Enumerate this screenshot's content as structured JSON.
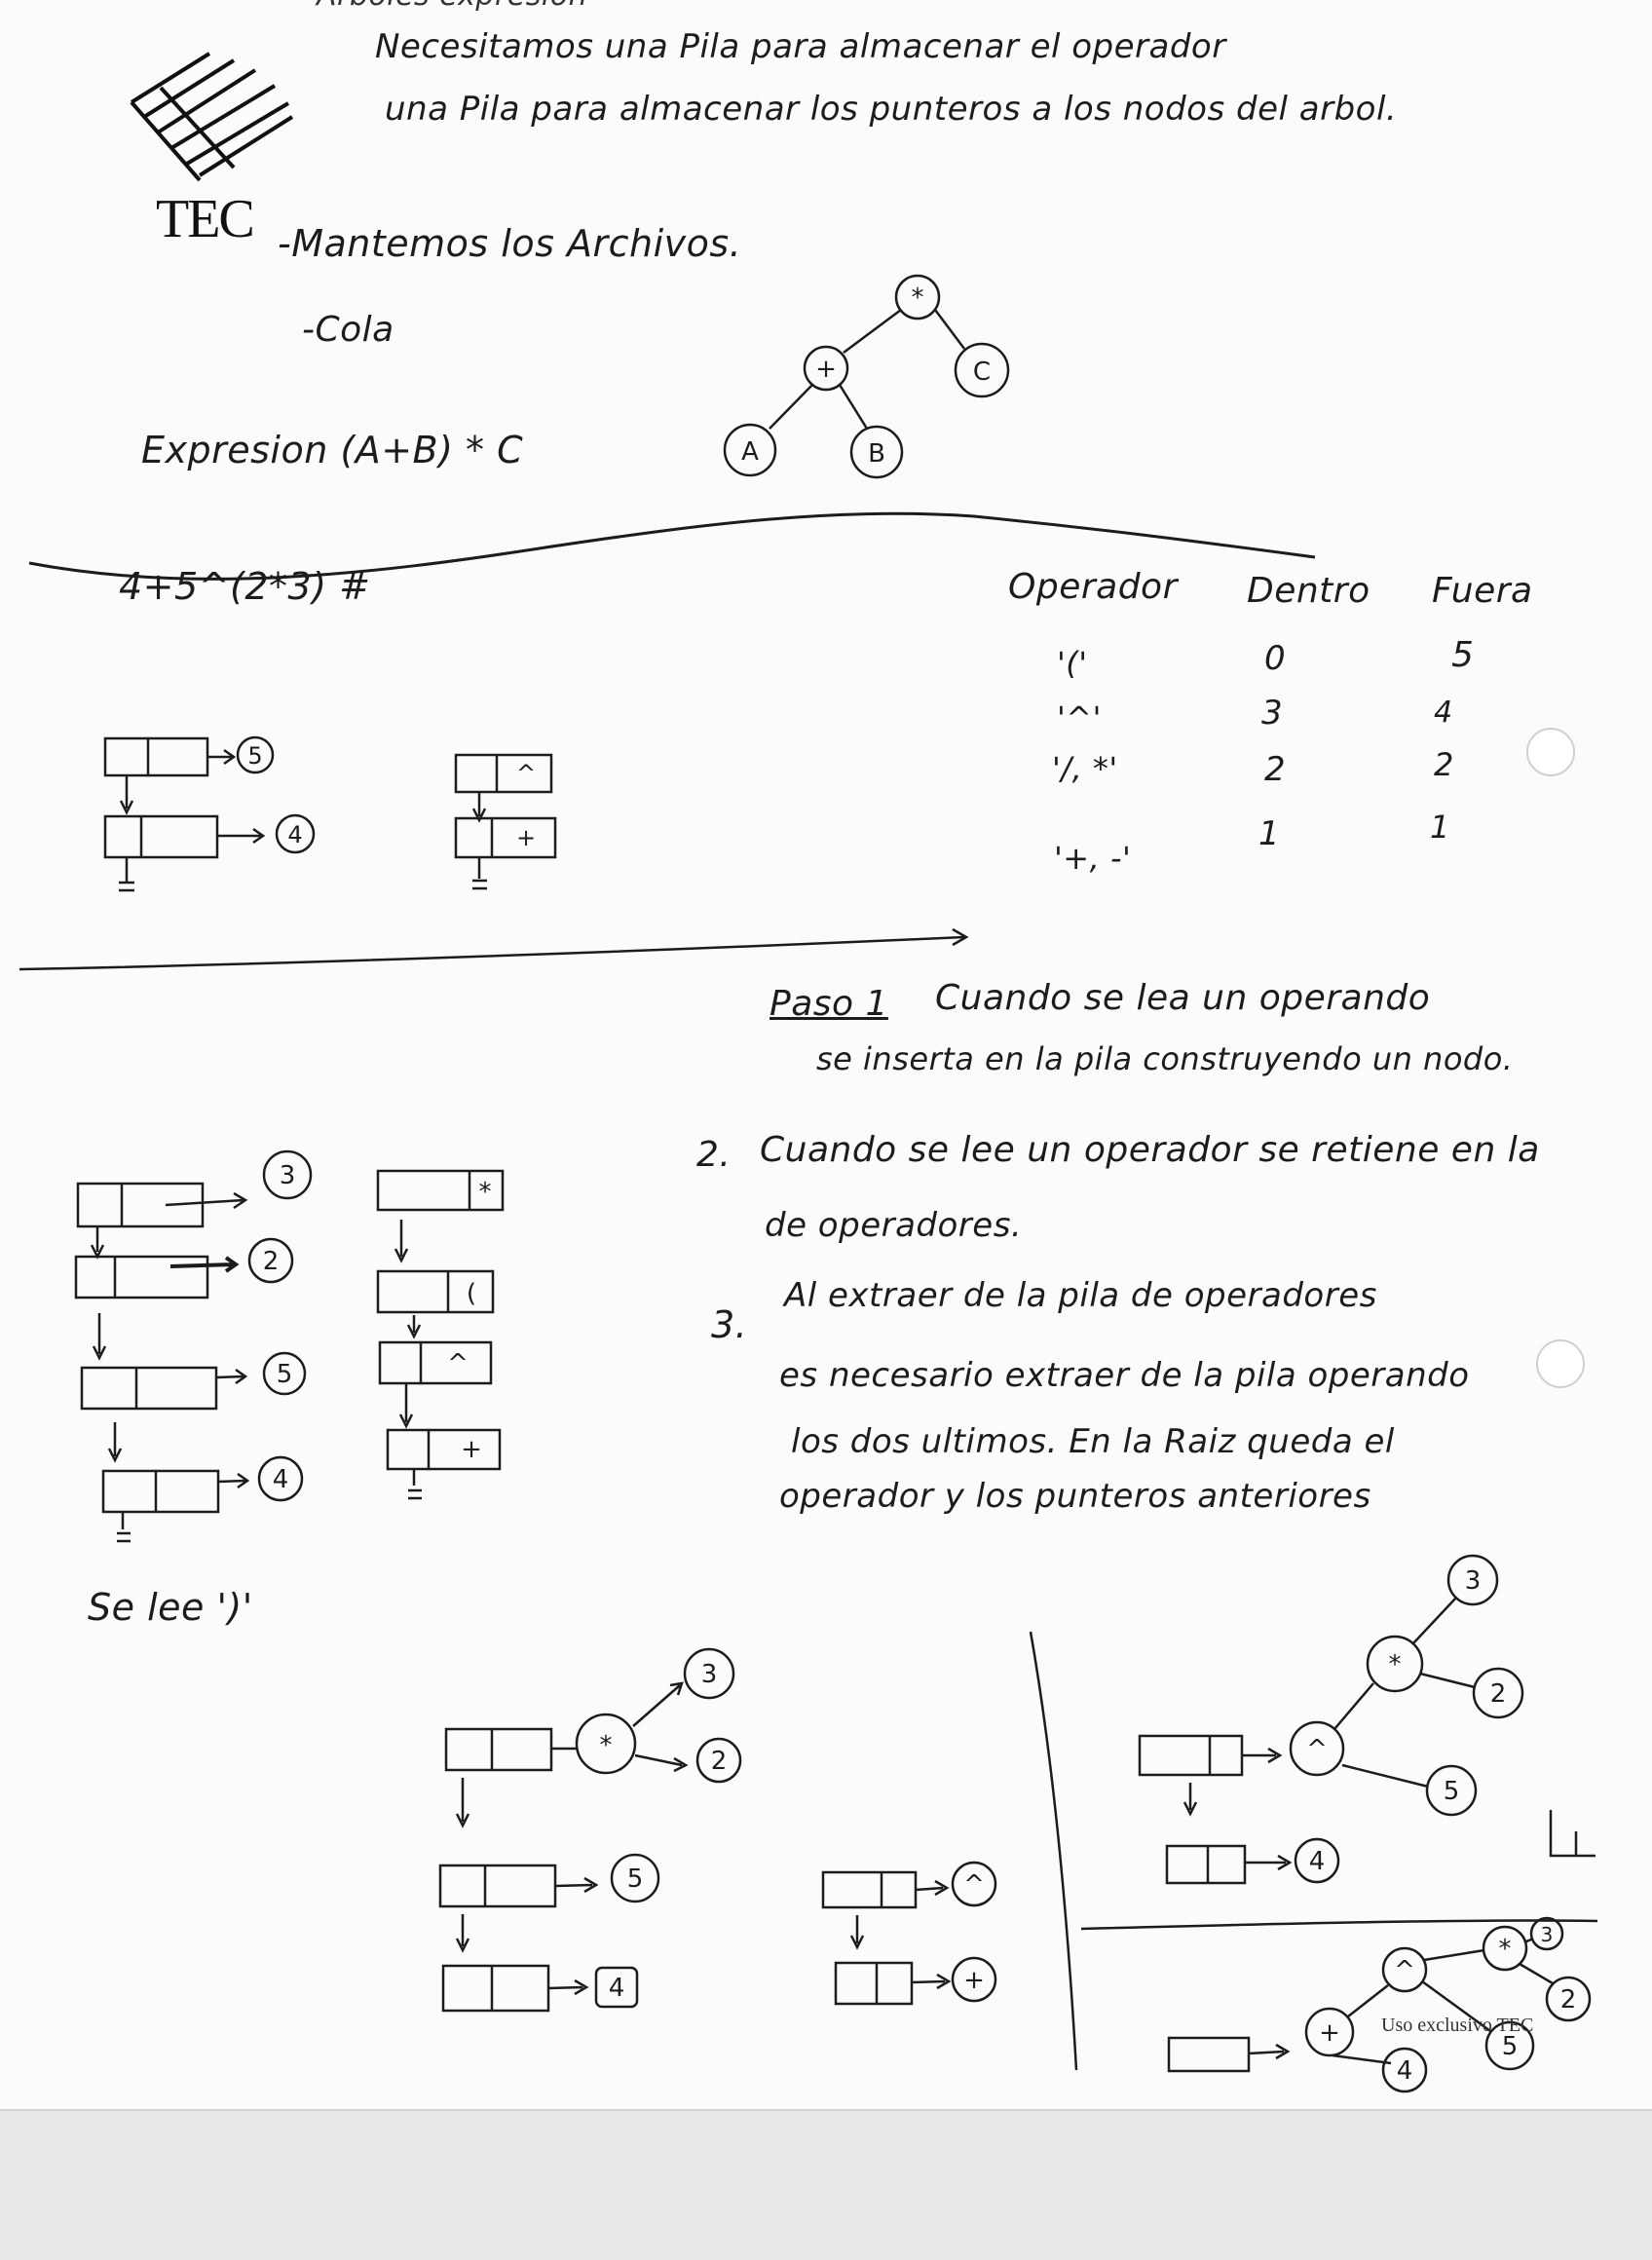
{
  "logo": {
    "text": "TEC"
  },
  "header_partial": "Arboles expresion",
  "intro": {
    "line1": "Necesitamos una Pila para almacenar el operador",
    "line2": "una Pila para almacenar los punteros a los nodos del arbol.",
    "bullet1": "-Mantemos los Archivos.",
    "bullet2": "-Cola"
  },
  "expression_label": "Expresion (A+B) * C",
  "top_tree": {
    "root": "*",
    "mid": "+",
    "right": "C",
    "left_leaf": "A",
    "right_leaf": "B"
  },
  "expression2": "4+5^(2*3) #",
  "precedence_table": {
    "headers": [
      "Operador",
      "Dentro",
      "Fuera"
    ],
    "rows": [
      [
        "'('",
        "0",
        "5"
      ],
      [
        "'^'",
        "3",
        "4"
      ],
      [
        "'/, *'",
        "2",
        "2"
      ],
      [
        "'+, -'",
        "1",
        "1"
      ]
    ]
  },
  "small_stack_left": {
    "nodes": [
      "5",
      "4"
    ]
  },
  "small_stack_right": {
    "ops": [
      "^",
      "+"
    ]
  },
  "steps": {
    "step1_label": "Paso 1",
    "step1_text_a": "Cuando se lea un operando",
    "step1_text_b": "se inserta en la pila construyendo un nodo.",
    "step2_num": "2.",
    "step2_text_a": "Cuando se lee un operador se retiene en la",
    "step2_text_b": "de operadores.",
    "step3_num": "3.",
    "step3_text_a": "Al extraer de la pila de operadores",
    "step3_text_b": "es necesario extraer de la pila operando",
    "step3_text_c": "los dos ultimos. En la Raiz queda el",
    "step3_text_d": "operador y los punteros anteriores"
  },
  "mid_operand_stack": [
    "3",
    "2",
    "5",
    "4"
  ],
  "mid_operator_stack": [
    "*",
    "(",
    "^",
    "+"
  ],
  "se_lee": "Se lee ')'",
  "bottom_tree": {
    "root": "*",
    "left": "3",
    "right": "2"
  },
  "bottom_nodes": [
    "5",
    "4"
  ],
  "bottom_ops": [
    "^",
    "+"
  ],
  "right_tree": {
    "root": "*",
    "top": "3",
    "right": "2",
    "caret": "^",
    "five": "5",
    "four": "4"
  },
  "final_tree": {
    "plus": "+",
    "caret": "^",
    "star": "*",
    "three": "3",
    "two": "2",
    "five": "5",
    "four": "4"
  },
  "stamp": "Uso exclusivo TEC"
}
